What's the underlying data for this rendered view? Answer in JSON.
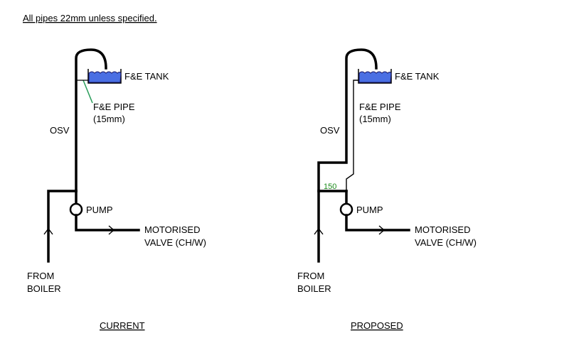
{
  "header_note": "All pipes 22mm unless specified.",
  "colors": {
    "tank_water": "#4a6fe3",
    "fe_pipe_current": "#2a9d5a",
    "measurement": "#1a8a1a"
  },
  "current": {
    "caption": "CURRENT",
    "tank_label": "F&E TANK",
    "fe_pipe_label": "F&E PIPE",
    "fe_pipe_size": "(15mm)",
    "osv_label": "OSV",
    "pump_label": "PUMP",
    "valve_label_1": "MOTORISED",
    "valve_label_2": "VALVE (CH/W)",
    "boiler_label_1": "FROM",
    "boiler_label_2": "BOILER"
  },
  "proposed": {
    "caption": "PROPOSED",
    "tank_label": "F&E TANK",
    "fe_pipe_label": "F&E PIPE",
    "fe_pipe_size": "(15mm)",
    "osv_label": "OSV",
    "pump_label": "PUMP",
    "valve_label_1": "MOTORISED",
    "valve_label_2": "VALVE (CH/W)",
    "boiler_label_1": "FROM",
    "boiler_label_2": "BOILER",
    "spacing_label": "150"
  }
}
